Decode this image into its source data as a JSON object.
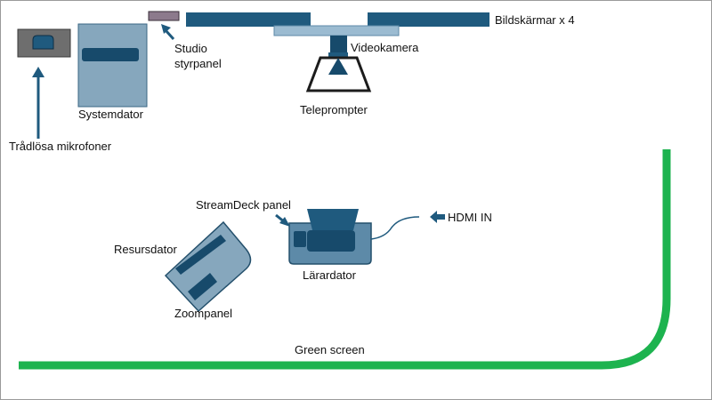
{
  "labels": {
    "monitors": "Bildskärmar x 4",
    "studio_panel_line1": "Studio",
    "studio_panel_line2": "styrpanel",
    "video_camera": "Videokamera",
    "teleprompter": "Teleprompter",
    "system_computer": "Systemdator",
    "wireless_mics": "Trådlösa mikrofoner",
    "streamdeck": "StreamDeck panel",
    "hdmi_in": "HDMI IN",
    "resource_computer": "Resursdator",
    "teacher_computer": "Lärardator",
    "zoom_panel": "Zoompanel",
    "green_screen": "Green screen"
  },
  "colors": {
    "dark_blue": "#1f5a7e",
    "navy": "#174a6b",
    "mid_blue": "#5d8aa8",
    "light_blue": "#86a7bd",
    "pale_blue": "#9bbbd1",
    "grey": "#6e6e6e",
    "mauve": "#8c7a8c",
    "green": "#1db34f",
    "outline": "#24506c",
    "dark": "#1c1c1c"
  }
}
